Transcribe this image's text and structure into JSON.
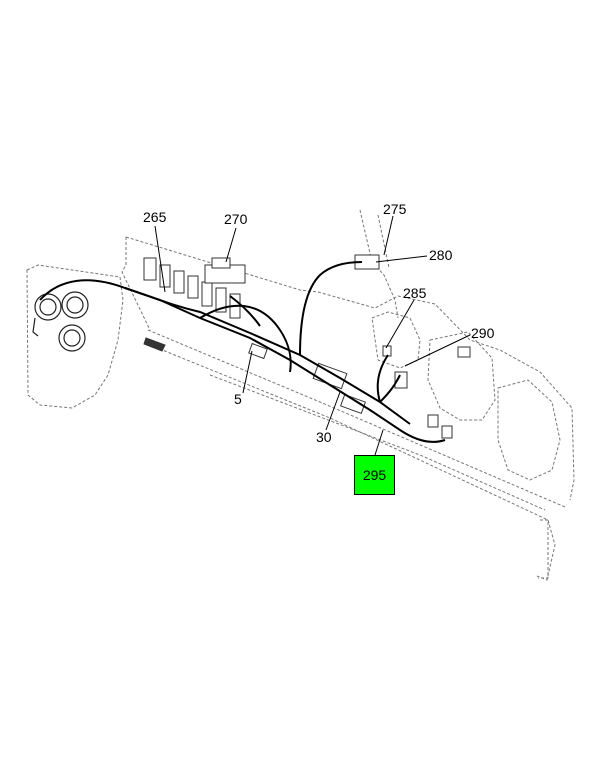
{
  "callouts": [
    {
      "id": "265",
      "label": "265"
    },
    {
      "id": "270",
      "label": "270"
    },
    {
      "id": "275",
      "label": "275"
    },
    {
      "id": "280",
      "label": "280"
    },
    {
      "id": "285",
      "label": "285"
    },
    {
      "id": "290",
      "label": "290"
    },
    {
      "id": "5",
      "label": "5"
    },
    {
      "id": "30",
      "label": "30"
    }
  ],
  "highlighted_callout": {
    "label": "295",
    "color": "#00ff00"
  },
  "colors": {
    "line": "#000000",
    "outline": "#777777",
    "background": "#ffffff"
  }
}
